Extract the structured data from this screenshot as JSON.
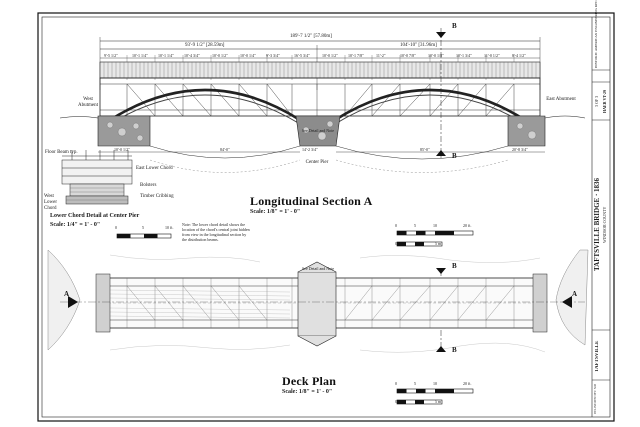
{
  "titles": {
    "longitudinal_section": "Longitudinal Section A",
    "longitudinal_scale": "Scale: 1/8\" = 1' - 0\"",
    "deck_plan": "Deck Plan",
    "deck_scale": "Scale: 1/8\" = 1' - 0\"",
    "lower_chord_detail": "Lower Chord Detail at Center Pier",
    "lower_chord_scale": "Scale: 1/4\" = 1' - 0\""
  },
  "labels": {
    "west_abutment": "West Abutment",
    "east_abutment": "East Abutment",
    "center_pier": "Center Pier",
    "floor_beam": "Floor Beam typ.",
    "east_lower_chord": "East Lower Chord",
    "bolsters": "Bolsters",
    "timber_cribbing": "Timber Cribbing",
    "west_lower_chord": "West Lower Chord",
    "section_a": "A",
    "section_b": "B",
    "see_detail": "See Detail and Note",
    "note": "Note: The lower chord detail shows the location of the chord's central joint hidden from view in the longitudinal section by the distribution beams."
  },
  "dimensions": {
    "overall": "189'-7 1/2\" [57.80m]",
    "west_span": "93'-9 1/2\" [28.59m]",
    "east_span": "104'-10\" [31.96m]",
    "west_pier_span": "84'-0\"",
    "east_pier_span": "85'-0\"",
    "west_abut": "10'-0 1/2\"",
    "east_abut": "20'-8 3/4\"",
    "pier": "14'-2 3/4\"",
    "bays": [
      "9'-5 1/2\"",
      "10'-1 1/4\"",
      "10'-1 1/4\"",
      "10'-4 3/4\"",
      "10'-0 1/2\"",
      "10'-0 1/4\"",
      "9'-3 3/4\"",
      "16'-5 3/4\"",
      "10'-0 1/2\"",
      "10'-1 7/8\"",
      "11'-2\"",
      "10'-0 7/8\"",
      "10'-0 1/8\"",
      "10'-1 3/4\"",
      "11'-0 1/2\"",
      "8'-4 1/2\""
    ]
  },
  "scale_bars": {
    "ticks_20ft": [
      "0",
      "5",
      "10",
      "20 ft."
    ],
    "ticks_5m": [
      "0",
      "5 m"
    ],
    "ticks_10ft": [
      "0",
      "5",
      "10 ft."
    ]
  },
  "title_block": {
    "bridge_name": "TAFTSVILLE BRIDGE · 1836",
    "location": "WINDSOR COUNTY",
    "town": "TAFTSVILLE",
    "sheet": "3 OF 3",
    "survey_no": "HAER VT-29",
    "agency": "HISTORIC AMERICAN ENGINEERING RECORD",
    "credits": "DELINEATED BY: NATIONAL PARK SERVICE · U.S. DEPARTMENT OF THE INTERIOR"
  },
  "colors": {
    "ink": "#1a1a1a",
    "paper": "#ffffff",
    "hatch": "#555555"
  }
}
